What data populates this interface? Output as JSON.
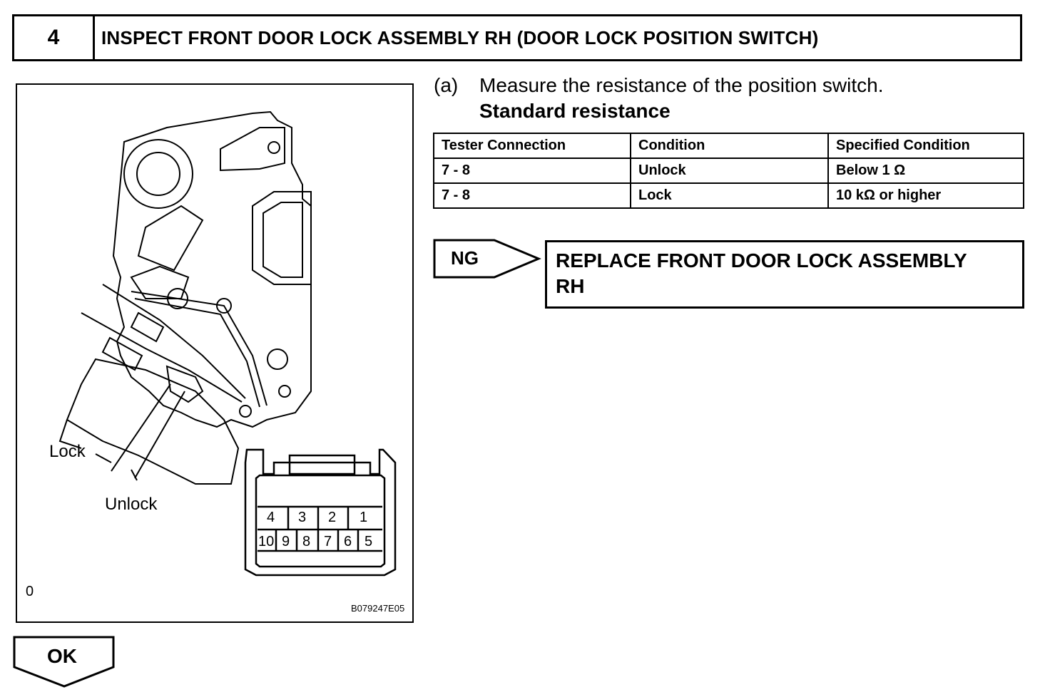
{
  "step": {
    "number": "4",
    "title": "INSPECT FRONT DOOR LOCK ASSEMBLY RH (DOOR LOCK POSITION SWITCH)"
  },
  "figure": {
    "lock_label": "Lock",
    "unlock_label": "Unlock",
    "corner_mark": "0",
    "figure_code": "B079247E05",
    "connector_pins_top": [
      "4",
      "3",
      "2",
      "1"
    ],
    "connector_pins_bottom": [
      "10",
      "9",
      "8",
      "7",
      "6",
      "5"
    ]
  },
  "instruction": {
    "marker": "(a)",
    "text": "Measure the resistance of the position switch.",
    "subheading": "Standard resistance"
  },
  "table": {
    "headers": [
      "Tester Connection",
      "Condition",
      "Specified Condition"
    ],
    "rows": [
      [
        "7 - 8",
        "Unlock",
        "Below 1 Ω"
      ],
      [
        "7 - 8",
        "Lock",
        "10 kΩ or higher"
      ]
    ]
  },
  "ng": {
    "label": "NG",
    "action_line1": "REPLACE FRONT DOOR LOCK ASSEMBLY",
    "action_line2": "RH"
  },
  "ok": {
    "label": "OK"
  }
}
